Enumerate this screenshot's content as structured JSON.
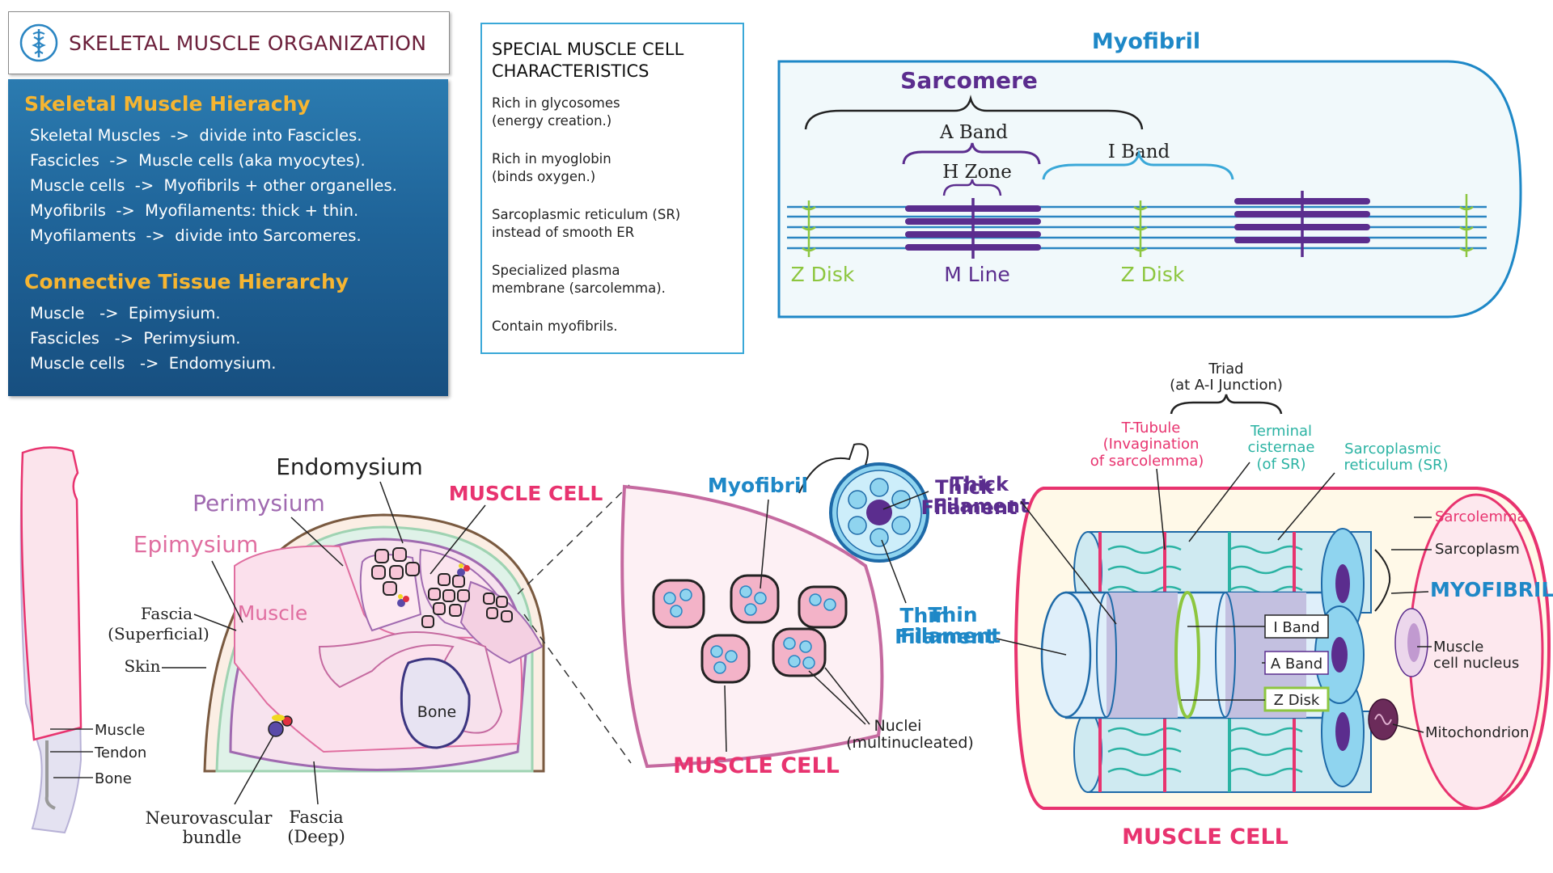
{
  "title": "SKELETAL MUSCLE ORGANIZATION",
  "logo_icon": "caduceus-icon",
  "skeletal_hierarchy": {
    "heading": "Skeletal Muscle Hierachy",
    "lines": [
      "Skeletal Muscles  ->  divide into Fascicles.",
      "Fascicles  ->  Muscle cells (aka myocytes).",
      "Muscle cells  ->  Myofibrils + other organelles.",
      "Myofibrils  ->  Myofilaments: thick + thin.",
      "Myofilaments  ->  divide into Sarcomeres."
    ]
  },
  "connective_hierarchy": {
    "heading": "Connective Tissue Hierarchy",
    "lines": [
      "Muscle   ->  Epimysium.",
      "Fascicles   ->  Perimysium.",
      "Muscle cells   ->  Endomysium."
    ]
  },
  "characteristics": {
    "heading_1": "SPECIAL MUSCLE CELL",
    "heading_2": "CHARACTERISTICS",
    "items": [
      "Rich in glycosomes\n(energy creation.)",
      "Rich in myoglobin\n(binds oxygen.)",
      "Sarcoplasmic reticulum (SR)\ninstead of smooth ER",
      "Specialized plasma\nmembrane (sarcolemma).",
      "Contain myofibrils."
    ]
  },
  "myofibril_diagram": {
    "title": "Myofibril",
    "sarcomere": "Sarcomere",
    "a_band": "A Band",
    "h_zone": "H Zone",
    "i_band": "I Band",
    "z_disk_left": "Z Disk",
    "m_line": "M Line",
    "z_disk_right": "Z Disk"
  },
  "limb_diagram": {
    "muscle": "Muscle",
    "tendon": "Tendon",
    "bone": "Bone"
  },
  "cross_section": {
    "endomysium": "Endomysium",
    "perimysium": "Perimysium",
    "epimysium": "Epimysium",
    "muscle_cell": "MUSCLE CELL",
    "fascia_superficial_1": "Fascia",
    "fascia_superficial_2": "(Superficial)",
    "skin": "Skin",
    "muscle": "Muscle",
    "bone": "Bone",
    "neurovascular_1": "Neurovascular",
    "neurovascular_2": "bundle",
    "fascia_deep_1": "Fascia",
    "fascia_deep_2": "(Deep)"
  },
  "fascicle_detail": {
    "myofibril": "Myofibril",
    "thick_filament_1": "Thick",
    "thick_filament_2": "Filament",
    "thin_filament_1": "Thin",
    "thin_filament_2": "Filament",
    "nuclei_1": "Nuclei",
    "nuclei_2": "(multinucleated)",
    "muscle_cell": "MUSCLE CELL"
  },
  "muscle_cell_3d": {
    "triad_1": "Triad",
    "triad_2": "(at A-I Junction)",
    "t_tubule_1": "T-Tubule",
    "t_tubule_2": "(Invagination",
    "t_tubule_3": "of sarcolemma)",
    "terminal_1": "Terminal",
    "terminal_2": "cisternae",
    "terminal_3": "(of SR)",
    "sr_1": "Sarcoplasmic",
    "sr_2": "reticulum (SR)",
    "sarcolemma": "Sarcolemma",
    "sarcoplasm": "Sarcoplasm",
    "myofibril": "MYOFIBRIL",
    "nucleus_1": "Muscle",
    "nucleus_2": "cell nucleus",
    "mitochondrion": "Mitochondrion",
    "thick_filament_1": "Thick",
    "thick_filament_2": "Filament",
    "thin_filament_1": "Thin",
    "thin_filament_2": "Filament",
    "i_band": "I Band",
    "a_band": "A Band",
    "z_disk": "Z Disk",
    "muscle_cell": "MUSCLE CELL"
  },
  "colors": {
    "pink": "#e8336f",
    "purple": "#5b2d8e",
    "blue": "#1e88c7",
    "green": "#8dc63f",
    "gold": "#f6b531",
    "teal": "#2bb3a3"
  }
}
